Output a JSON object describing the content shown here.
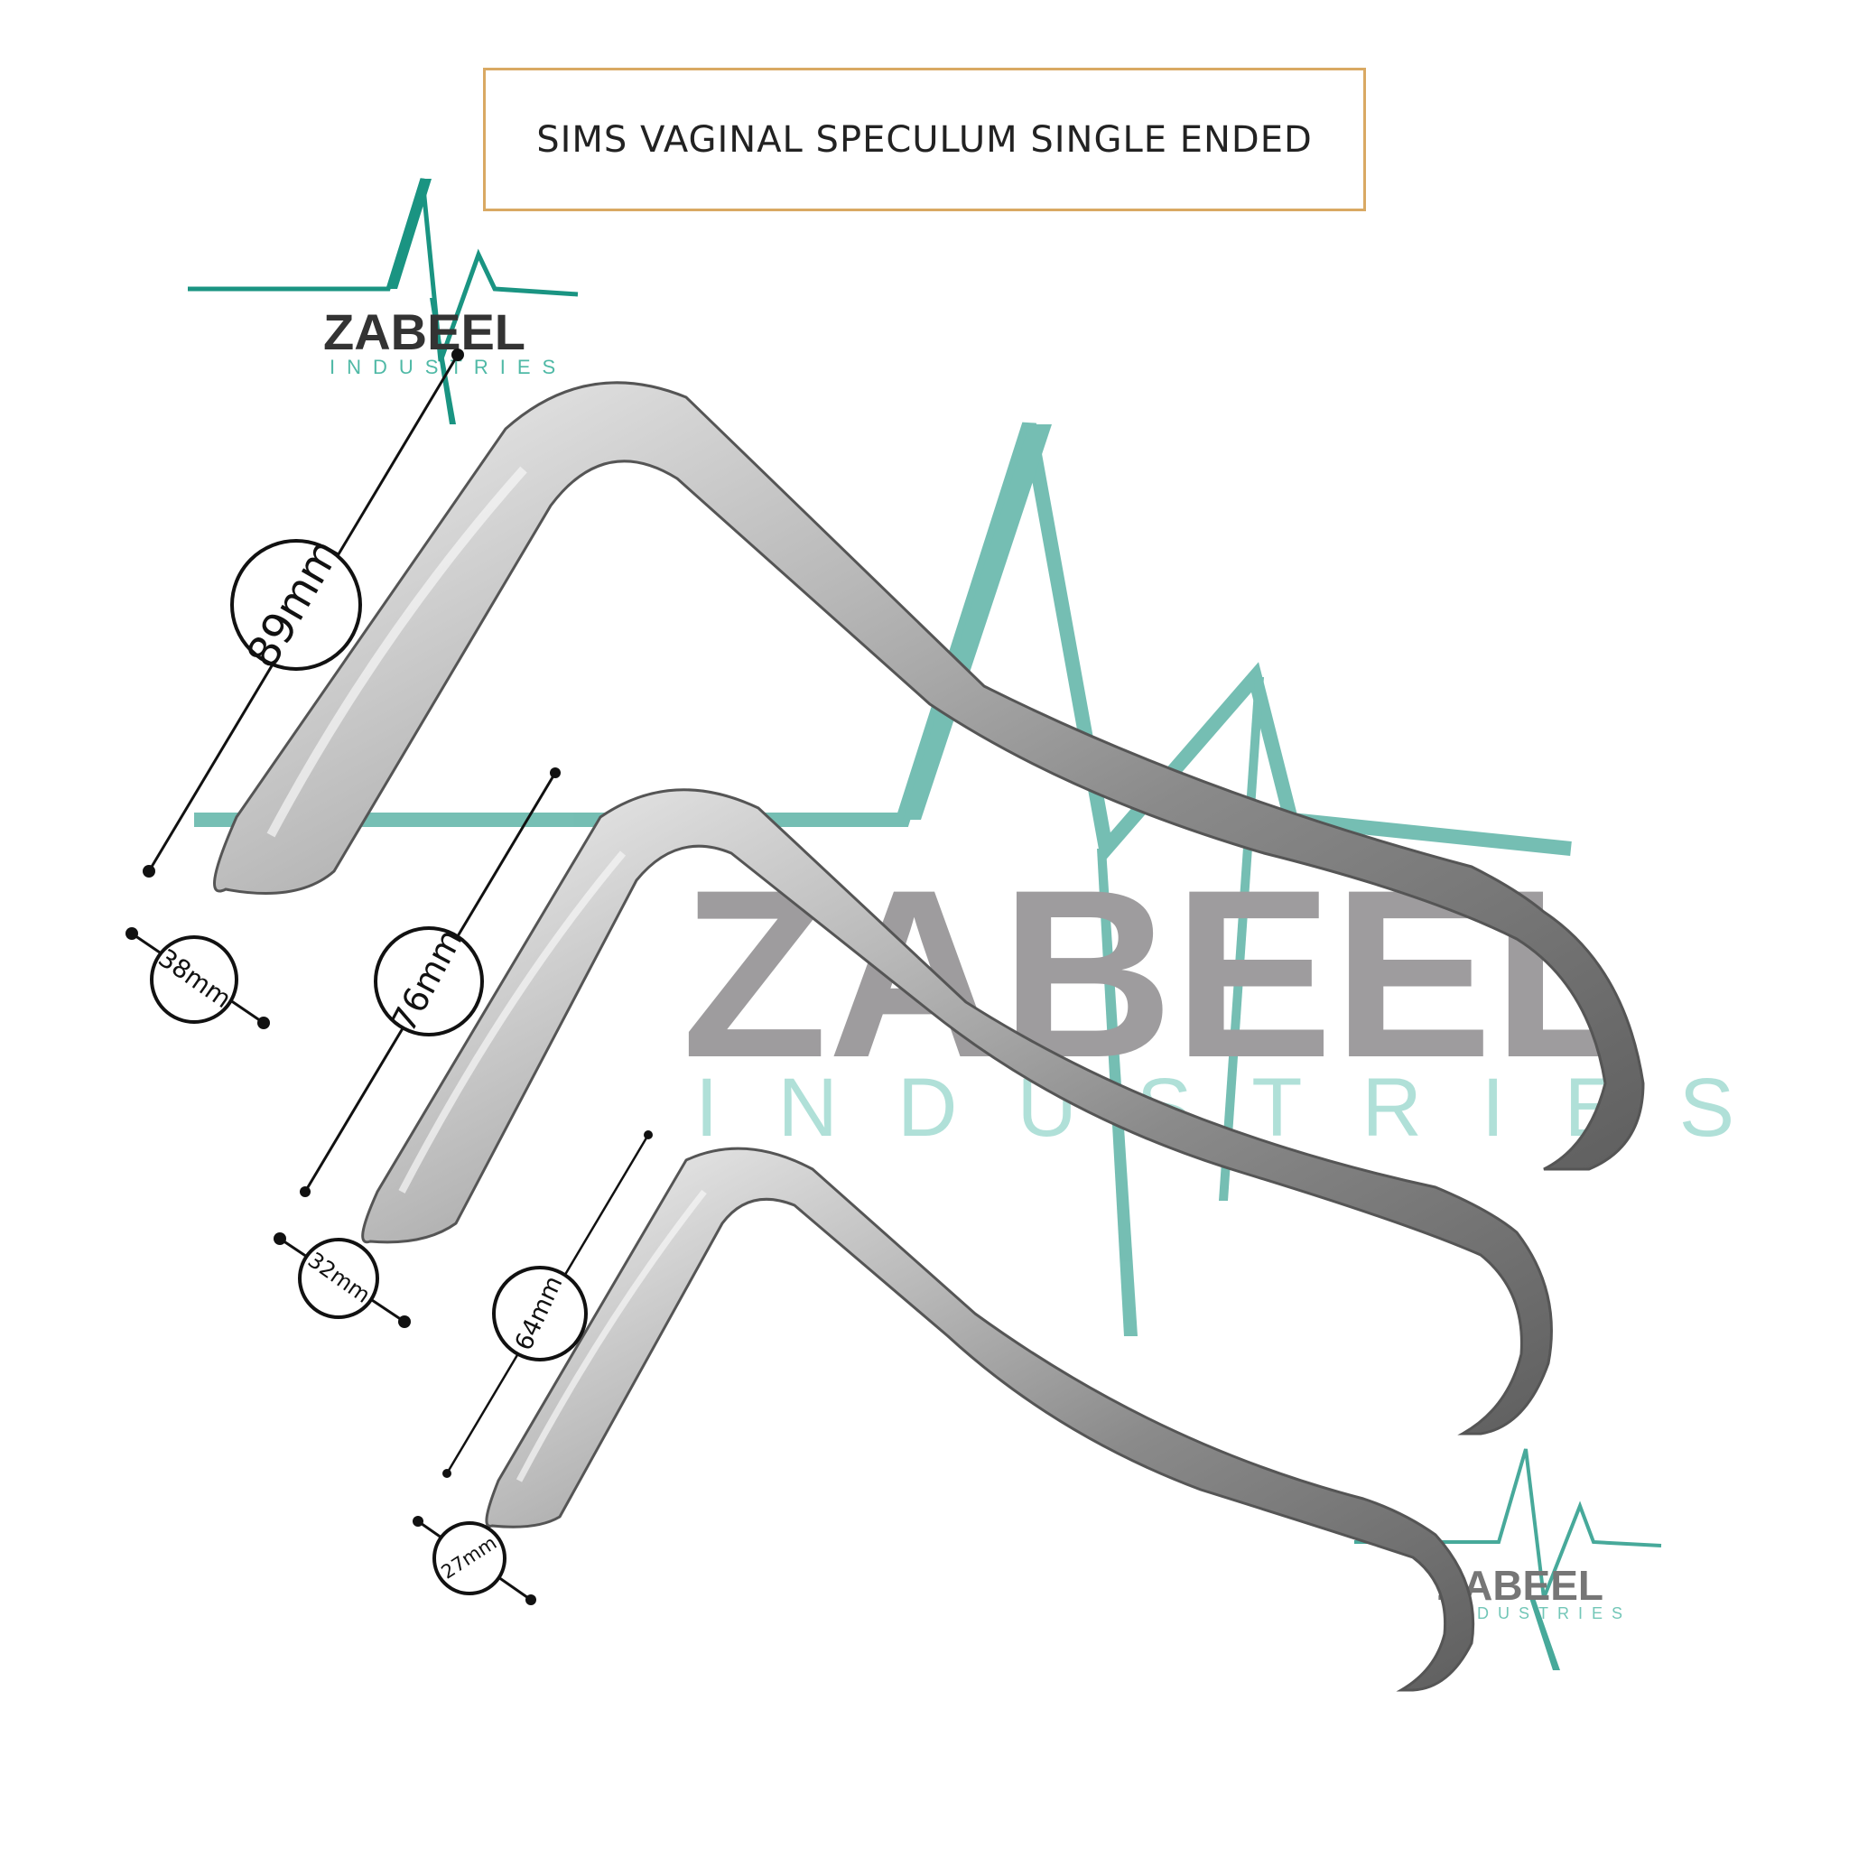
{
  "title": "SIMS VAGINAL SPECULUM SINGLE ENDED",
  "brand": {
    "name": "ZABEEL",
    "subtitle": "INDUSTRIES",
    "colors": {
      "teal": "#1a9482",
      "teal_light": "#7ccdbf",
      "gray": "#6f6c6e",
      "gray_dark": "#333333"
    }
  },
  "colors": {
    "title_border": "#d9a963",
    "steel_light": "#dcdcdc",
    "steel_dark": "#6e6e6e"
  },
  "instruments": [
    {
      "blade_length": "89mm",
      "blade_width": "38mm"
    },
    {
      "blade_length": "76mm",
      "blade_width": "32mm"
    },
    {
      "blade_length": "64mm",
      "blade_width": "27mm"
    }
  ]
}
